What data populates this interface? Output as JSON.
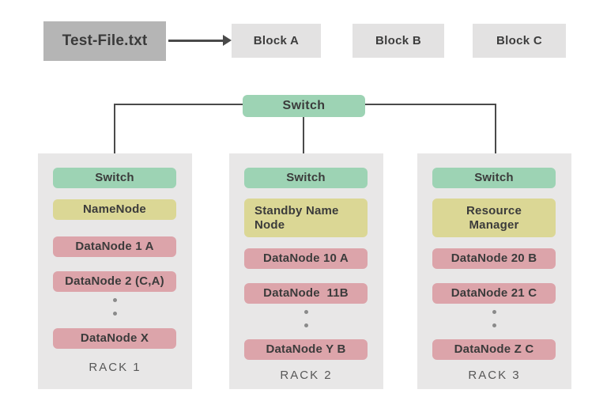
{
  "header": {
    "file_label": "Test-File.txt",
    "blocks": [
      "Block A",
      "Block B",
      "Block C"
    ]
  },
  "core_switch_label": "Switch",
  "racks": [
    {
      "name": "RACK 1",
      "switch": "Switch",
      "master": "NameNode",
      "datanodes": [
        "DataNode 1 A",
        "DataNode 2 (C,A)"
      ],
      "last_datanode": "DataNode X"
    },
    {
      "name": "RACK 2",
      "switch": "Switch",
      "master": "Standby Name Node",
      "datanodes": [
        "DataNode 10 A",
        "DataNode  11B"
      ],
      "last_datanode": "DataNode Y B"
    },
    {
      "name": "RACK 3",
      "switch": "Switch",
      "master": "Resource Manager",
      "datanodes": [
        "DataNode 20 B",
        "DataNode 21 C"
      ],
      "last_datanode": "DataNode Z C"
    }
  ],
  "colors": {
    "green": "#9dd3b4",
    "yellow": "#dbd795",
    "pink": "#dca4aa",
    "file_box": "#b5b5b5",
    "block_box": "#e3e2e2",
    "rack_bg": "#e8e7e7",
    "line": "#4a4a4a"
  }
}
